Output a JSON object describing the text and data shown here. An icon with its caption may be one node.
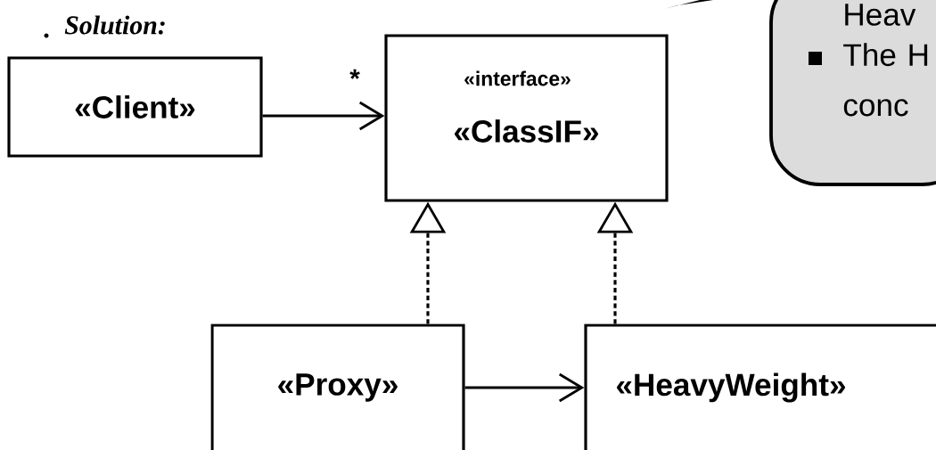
{
  "diagram": {
    "title": "Solution:",
    "nodes": [
      {
        "text": [
          "«Client»"
        ]
      },
      {
        "text": [
          "«interface»",
          "«ClassIF»"
        ]
      },
      {
        "text": [
          "«Proxy»"
        ]
      },
      {
        "text": [
          "«HeavyWeight»"
        ]
      },
      {
        "text": [
          "Heav",
          "The H conc"
        ]
      }
    ],
    "edges": [
      {
        "from": 0,
        "to": 1,
        "arrow": "to",
        "label": "*"
      },
      {
        "from": 2,
        "to": 1,
        "arrow": "to",
        "style": "dashed"
      },
      {
        "from": 3,
        "to": 1,
        "arrow": "to",
        "style": "dashed"
      },
      {
        "from": 2,
        "to": 3,
        "arrow": "to"
      }
    ]
  }
}
